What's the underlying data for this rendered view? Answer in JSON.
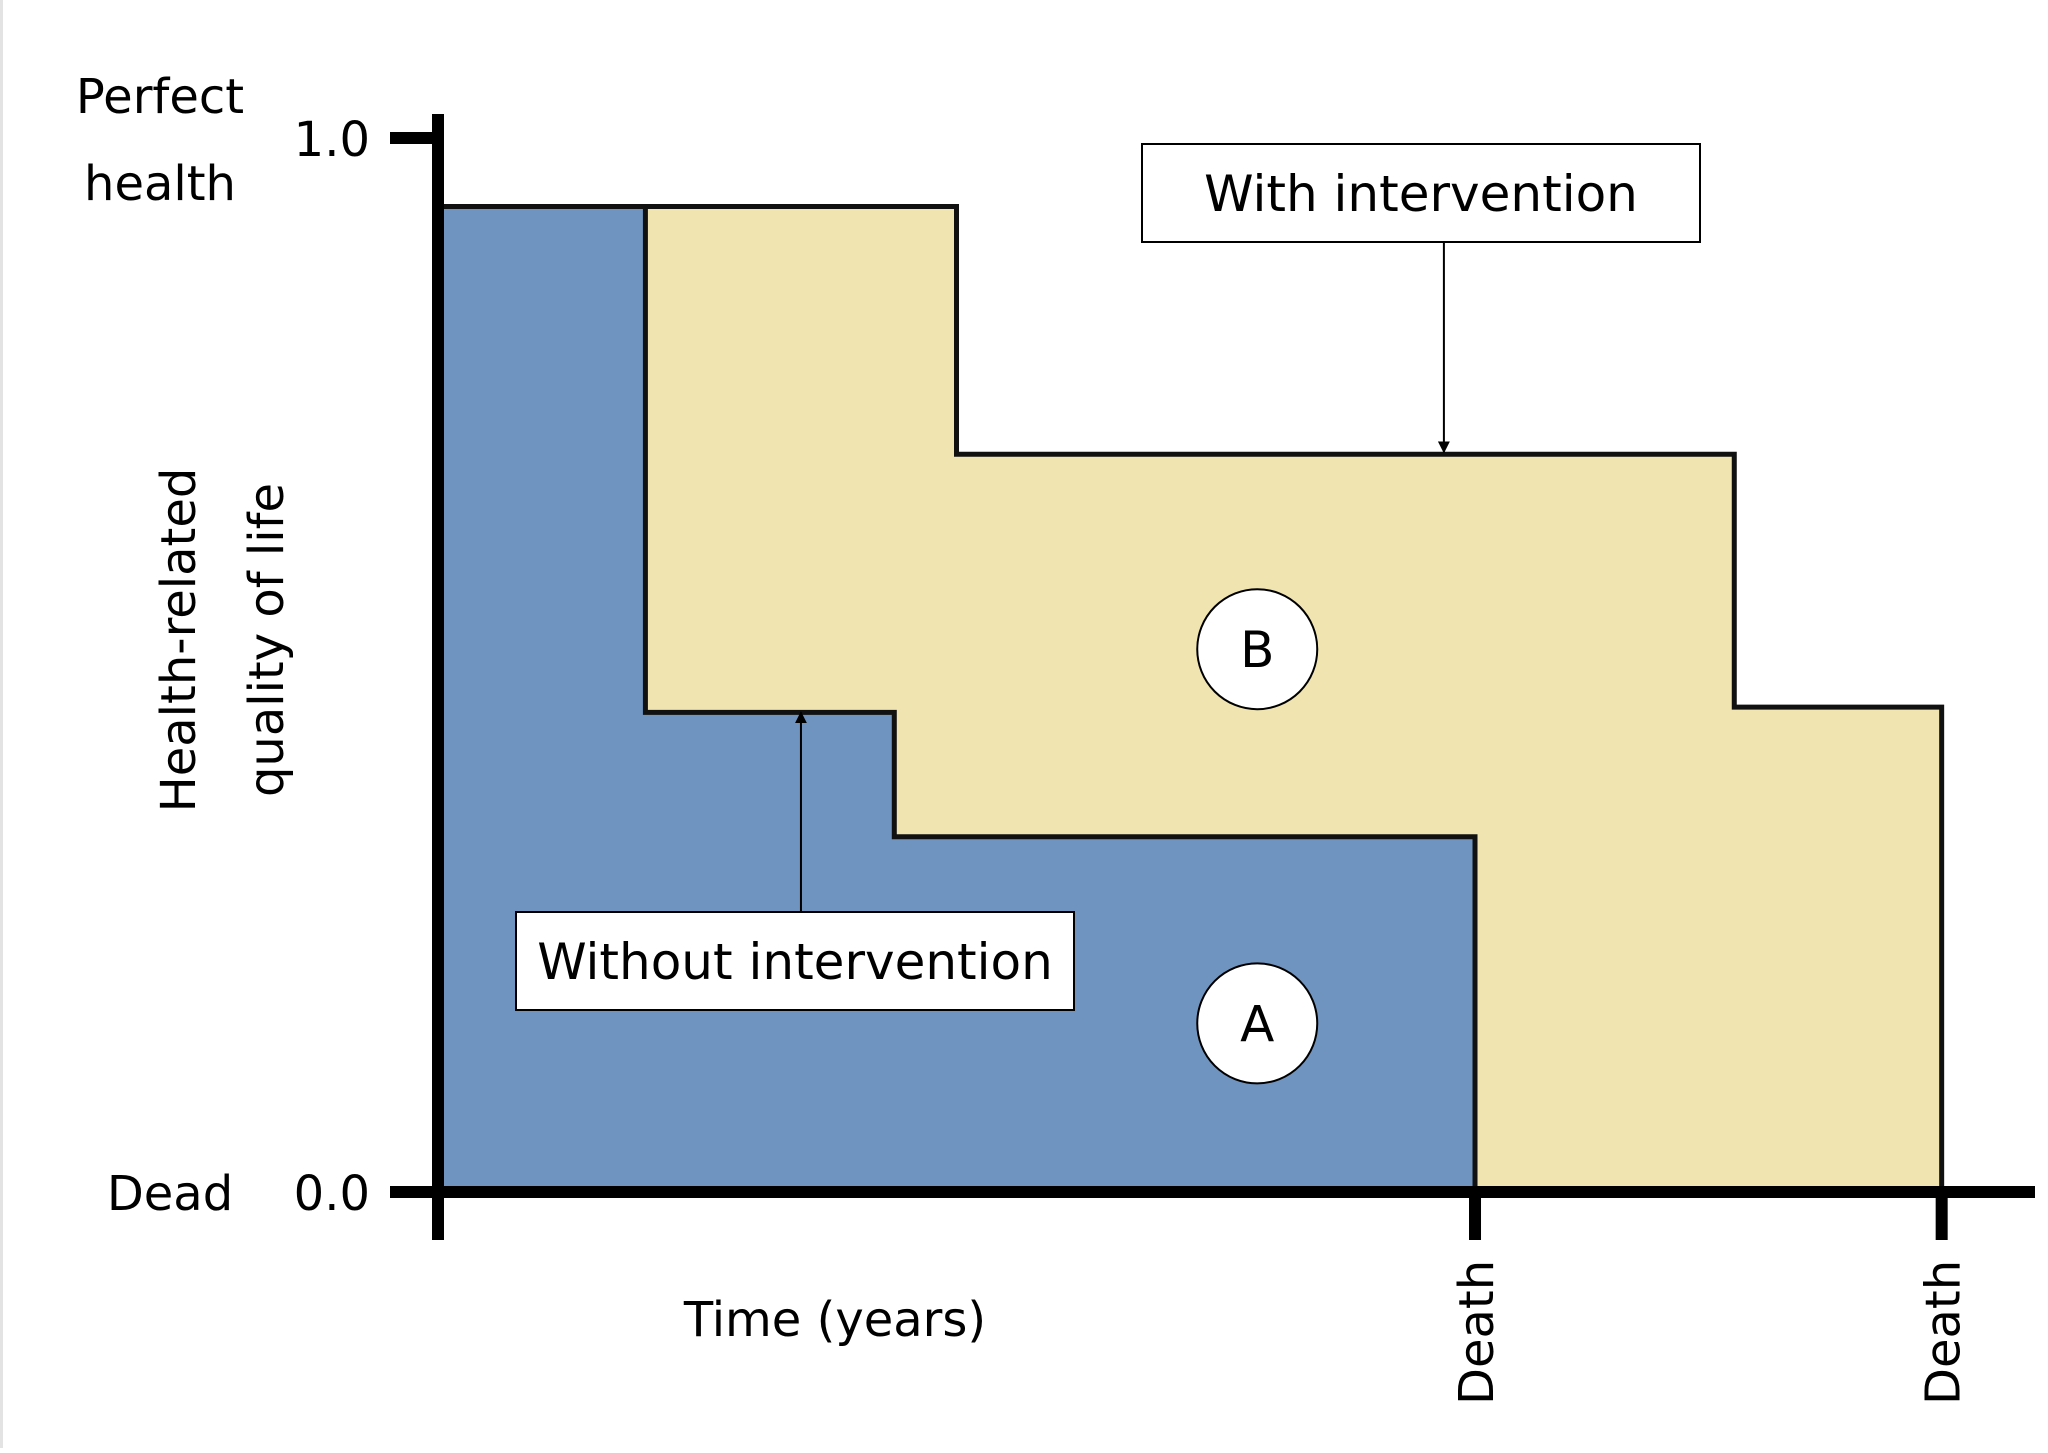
{
  "chart_data": {
    "type": "area",
    "x_axis_label": "Time (years)",
    "y_axis_label_lines": [
      "Health-related",
      "quality of life"
    ],
    "y_ticks": [
      {
        "value": 1.0,
        "label": "1.0"
      },
      {
        "value": 0.0,
        "label": "0.0"
      }
    ],
    "y_anchor_top": [
      "Perfect",
      "health"
    ],
    "y_anchor_bottom": "Dead",
    "ylim": [
      0,
      1
    ],
    "xlim": [
      0,
      15.4
    ],
    "death_markers": [
      {
        "x": 10.0,
        "label": "Death"
      },
      {
        "x": 14.5,
        "label": "Death"
      }
    ],
    "series": [
      {
        "name": "Without intervention",
        "color": "#7094c0",
        "region_label": "A",
        "steps": [
          {
            "x0": 0.0,
            "x1": 2.0,
            "y": 0.935
          },
          {
            "x0": 2.0,
            "x1": 4.4,
            "y": 0.455
          },
          {
            "x0": 4.4,
            "x1": 10.0,
            "y": 0.337
          }
        ]
      },
      {
        "name": "With intervention",
        "color": "#f0e4b0",
        "region_label": "B",
        "steps": [
          {
            "x0": 0.0,
            "x1": 5.0,
            "y": 0.935
          },
          {
            "x0": 5.0,
            "x1": 12.5,
            "y": 0.7
          },
          {
            "x0": 12.5,
            "x1": 14.5,
            "y": 0.46
          }
        ]
      }
    ],
    "annotations": [
      {
        "text": "With intervention",
        "series": "With intervention",
        "arrow_to": {
          "x": 9.7,
          "y": 0.7
        }
      },
      {
        "text": "Without intervention",
        "series": "Without intervention",
        "arrow_to": {
          "x": 3.5,
          "y": 0.455
        }
      }
    ],
    "region_markers": [
      {
        "label": "A",
        "x": 7.9,
        "y": 0.16
      },
      {
        "label": "B",
        "x": 7.9,
        "y": 0.515
      }
    ]
  }
}
